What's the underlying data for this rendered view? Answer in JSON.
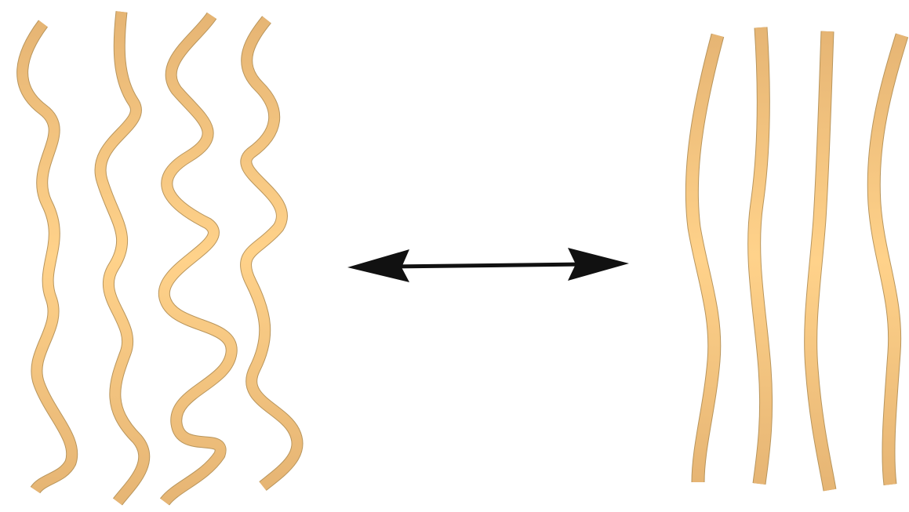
{
  "diagram": {
    "left_group": {
      "label": "",
      "strands": [
        {
          "shape": "wavy",
          "id": 1
        },
        {
          "shape": "wavy",
          "id": 2
        },
        {
          "shape": "wavy",
          "id": 3
        },
        {
          "shape": "wavy",
          "id": 4
        }
      ]
    },
    "right_group": {
      "label": "",
      "strands": [
        {
          "shape": "straight",
          "id": 1
        },
        {
          "shape": "straight",
          "id": 2
        },
        {
          "shape": "straight",
          "id": 3
        },
        {
          "shape": "straight",
          "id": 4
        }
      ]
    },
    "connector": {
      "type": "double-headed-arrow"
    },
    "colors": {
      "strand_light": "#ffd28a",
      "strand_mid": "#e6b574",
      "strand_dark": "#b8955c",
      "arrow": "#111111"
    }
  }
}
